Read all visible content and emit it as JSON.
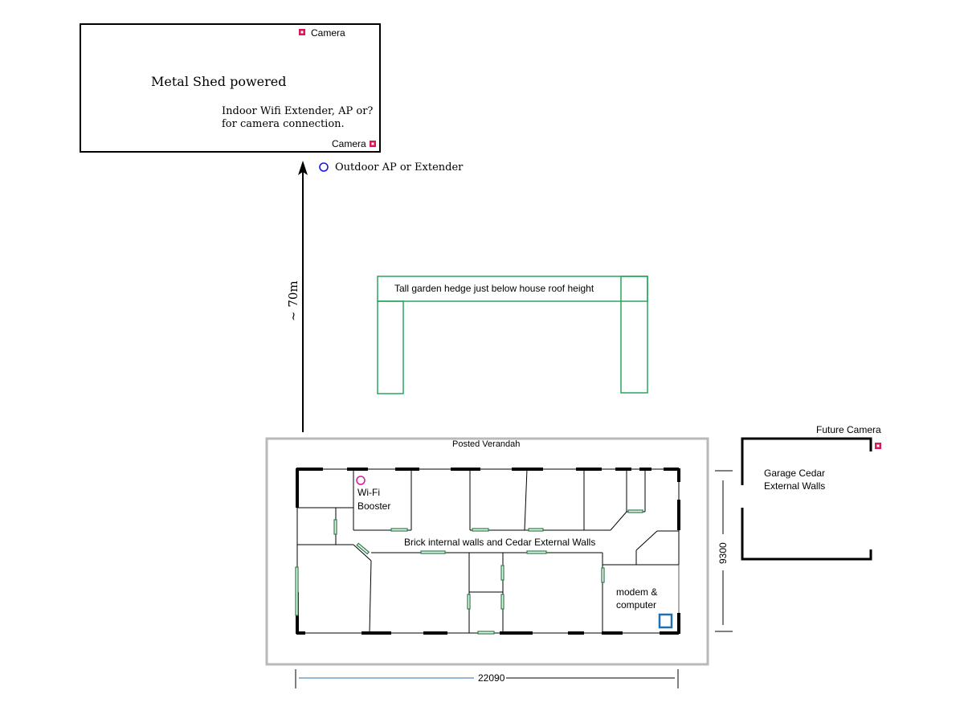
{
  "shed": {
    "title": "Metal Shed powered",
    "note_line1": "Indoor Wifi Extender, AP or?",
    "note_line2": "for camera connection.",
    "camera_top": "Camera",
    "camera_bottom": "Camera"
  },
  "outdoor_ap": {
    "label": "Outdoor AP or Extender"
  },
  "distance": {
    "label": "~ 70m"
  },
  "hedge": {
    "label": "Tall garden hedge just below house roof height"
  },
  "verandah": {
    "label": "Posted Verandah"
  },
  "house": {
    "wifi_booster_line1": "Wi-Fi",
    "wifi_booster_line2": "Booster",
    "walls_label": "Brick internal walls and Cedar External Walls",
    "modem_line1": "modem &",
    "modem_line2": "computer",
    "width_dim": "22090",
    "depth_dim": "9300"
  },
  "garage": {
    "label_line1": "Garage Cedar",
    "label_line2": "External Walls",
    "future_camera": "Future Camera"
  },
  "colors": {
    "camera": "#d6195d",
    "outdoor_ap": "#1a1adb",
    "wifi_booster": "#d6199a",
    "hedge": "#27a65a",
    "verandah": "#b9b9b9",
    "modem": "#1f6fb5",
    "dimension_line": "#2a6fb0",
    "window": "#2e7d4a"
  }
}
